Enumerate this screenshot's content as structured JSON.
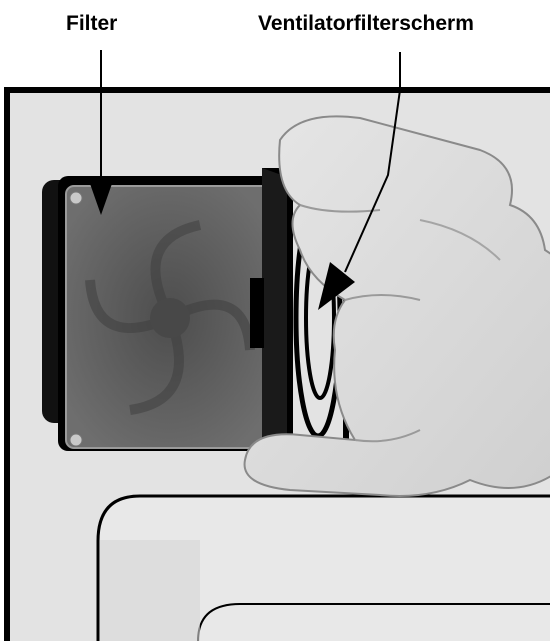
{
  "labels": {
    "filter": "Filter",
    "fan_filter_screen": "Ventilatorfilterscherm"
  },
  "colors": {
    "background_panel": "#e3e3e3",
    "frame": "#000000",
    "filter_dark": "#5a5a5a",
    "glove": "#d9d9d9",
    "glove_outline": "#8a8a8a",
    "box": "#eeeeee"
  },
  "icons": {
    "illustration": "hand-holding-fan-filter-screen"
  }
}
